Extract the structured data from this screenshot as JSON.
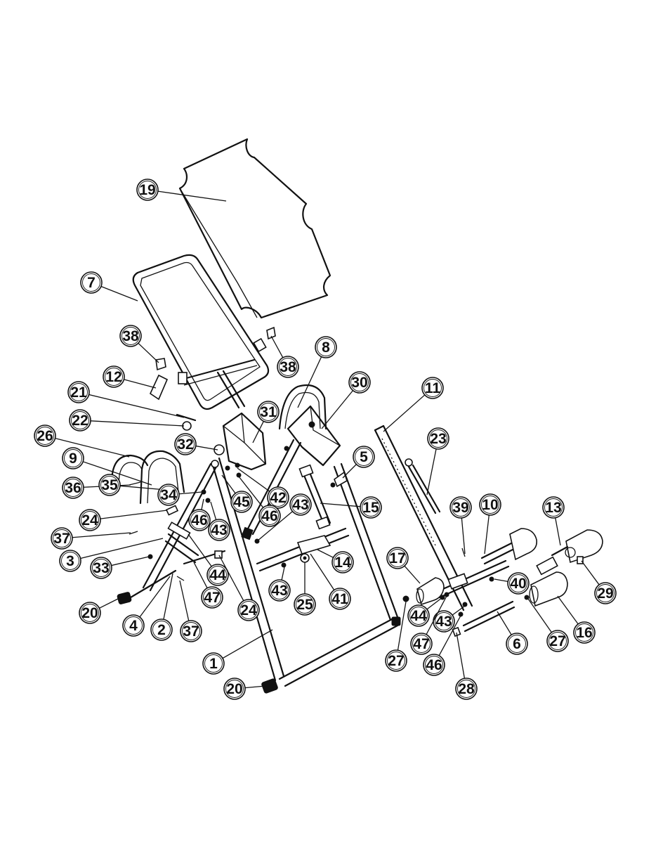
{
  "callouts": [
    {
      "label": "19"
    },
    {
      "label": "7"
    },
    {
      "label": "38"
    },
    {
      "label": "38"
    },
    {
      "label": "12"
    },
    {
      "label": "21"
    },
    {
      "label": "22"
    },
    {
      "label": "26"
    },
    {
      "label": "32"
    },
    {
      "label": "31"
    },
    {
      "label": "8"
    },
    {
      "label": "30"
    },
    {
      "label": "9"
    },
    {
      "label": "36"
    },
    {
      "label": "35"
    },
    {
      "label": "34"
    },
    {
      "label": "45"
    },
    {
      "label": "42"
    },
    {
      "label": "46"
    },
    {
      "label": "43"
    },
    {
      "label": "24"
    },
    {
      "label": "46"
    },
    {
      "label": "43"
    },
    {
      "label": "37"
    },
    {
      "label": "3"
    },
    {
      "label": "33"
    },
    {
      "label": "44"
    },
    {
      "label": "47"
    },
    {
      "label": "24"
    },
    {
      "label": "20"
    },
    {
      "label": "4"
    },
    {
      "label": "2"
    },
    {
      "label": "37"
    },
    {
      "label": "1"
    },
    {
      "label": "20"
    },
    {
      "label": "5"
    },
    {
      "label": "15"
    },
    {
      "label": "14"
    },
    {
      "label": "43"
    },
    {
      "label": "25"
    },
    {
      "label": "41"
    },
    {
      "label": "11"
    },
    {
      "label": "23"
    },
    {
      "label": "39"
    },
    {
      "label": "10"
    },
    {
      "label": "13"
    },
    {
      "label": "17"
    },
    {
      "label": "40"
    },
    {
      "label": "29"
    },
    {
      "label": "44"
    },
    {
      "label": "43"
    },
    {
      "label": "47"
    },
    {
      "label": "46"
    },
    {
      "label": "27"
    },
    {
      "label": "28"
    },
    {
      "label": "6"
    },
    {
      "label": "27"
    },
    {
      "label": "16"
    }
  ]
}
